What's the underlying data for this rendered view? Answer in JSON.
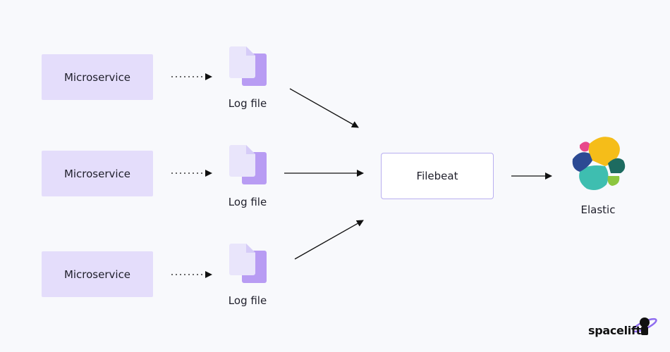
{
  "nodes": {
    "microservice_1": "Microservice",
    "microservice_2": "Microservice",
    "microservice_3": "Microservice",
    "logfile_1": "Log file",
    "logfile_2": "Log file",
    "logfile_3": "Log file",
    "filebeat": "Filebeat",
    "elastic": "Elastic"
  },
  "brand": {
    "name": "spacelift"
  },
  "colors": {
    "box_fill": "#e4ddfb",
    "file_back": "#b89cf3",
    "file_front": "#e9e5fb",
    "arrow": "#111111",
    "elastic_yellow": "#f5bd19",
    "elastic_teal": "#3ebeb0",
    "elastic_navy": "#2c4a93",
    "elastic_pink": "#e8488b",
    "elastic_green": "#1d6b60",
    "elastic_lime": "#8cc63f"
  }
}
